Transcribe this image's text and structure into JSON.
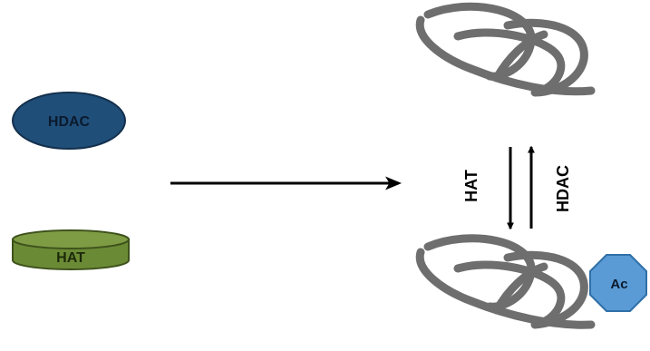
{
  "legend": {
    "hdac_label": "HDAC",
    "hat_label": "HAT"
  },
  "equilibrium": {
    "forward_label": "HAT",
    "reverse_label": "HDAC"
  },
  "modification": {
    "label": "Ac"
  },
  "colors": {
    "hdac_fill": "#1f4e79",
    "hat_fill": "#6b8a35",
    "hat_top": "#7e9c44",
    "chromatin": "#6e6e6e",
    "acetyl_fill": "#5b9bd5",
    "arrow": "#000000"
  }
}
